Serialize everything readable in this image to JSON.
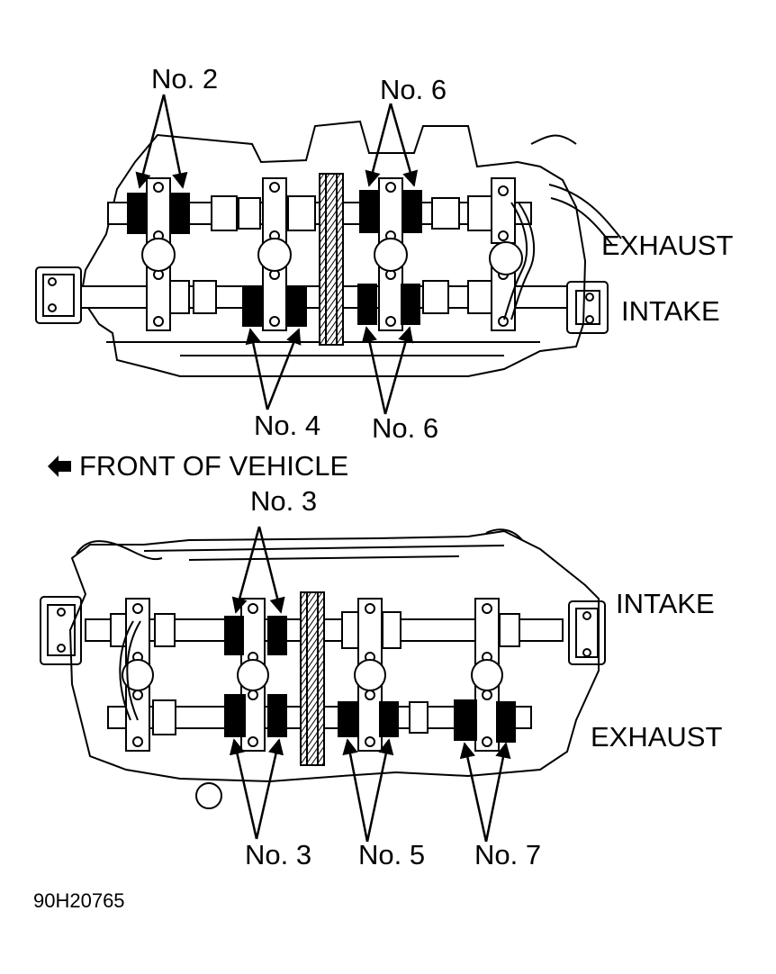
{
  "upper_view": {
    "callouts": {
      "no2": "No. 2",
      "no6_top": "No. 6",
      "no4": "No. 4",
      "no6_bottom": "No. 6"
    },
    "side_labels": {
      "exhaust": "EXHAUST",
      "intake": "INTAKE"
    }
  },
  "direction": {
    "icon": "left-arrow-icon",
    "label": "FRONT OF VEHICLE"
  },
  "lower_view": {
    "callouts": {
      "no3_top": "No. 3",
      "no3_bottom": "No. 3",
      "no5": "No. 5",
      "no7": "No. 7"
    },
    "side_labels": {
      "intake": "INTAKE",
      "exhaust": "EXHAUST"
    }
  },
  "figure_id": "90H20765",
  "colors": {
    "ink": "#000000",
    "paper": "#ffffff"
  }
}
